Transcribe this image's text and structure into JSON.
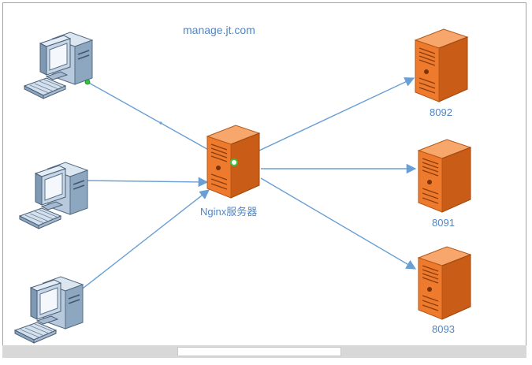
{
  "labels": {
    "domain": "manage.jt.com",
    "nginx": "Nginx服务器",
    "port_8092": "8092",
    "port_8091": "8091",
    "port_8093": "8093"
  },
  "colors": {
    "arrow": "#6a9fd4",
    "label": "#4f86c6",
    "server_front": "#ee7a2e",
    "server_side": "#c95c16",
    "server_top": "#f7a66c",
    "monitor_body": "#c7d6e6",
    "monitor_screen": "#eaf2fa"
  },
  "icons": {
    "clients": [
      "desktop-computer-icon",
      "desktop-computer-icon",
      "desktop-computer-icon"
    ],
    "load_balancer": "server-tower-icon",
    "backends": [
      "server-tower-icon",
      "server-tower-icon",
      "server-tower-icon"
    ]
  }
}
